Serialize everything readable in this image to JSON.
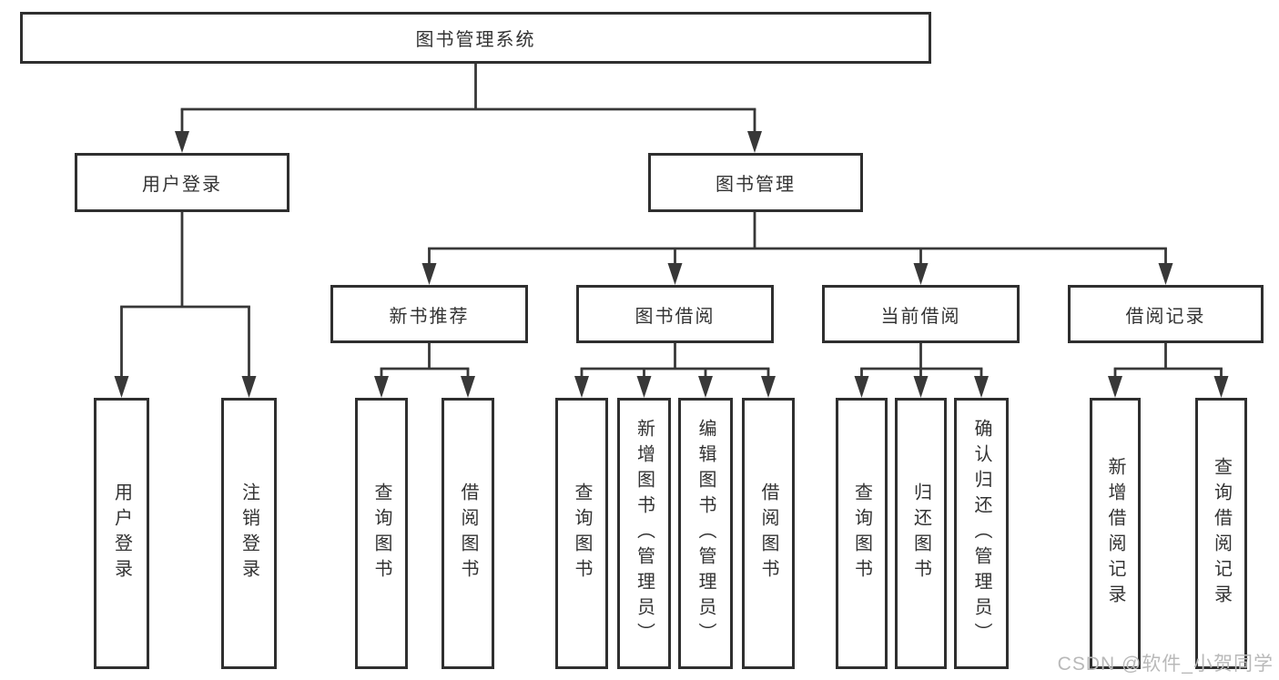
{
  "diagram": {
    "root": {
      "label": "图书管理系统"
    },
    "user_login": {
      "label": "用户登录",
      "children": {
        "login": {
          "label": "用户登录"
        },
        "logout": {
          "label": "注销登录"
        }
      }
    },
    "book_management": {
      "label": "图书管理",
      "children": {
        "new_book_recommend": {
          "label": "新书推荐",
          "children": {
            "query_books": {
              "label": "查询图书"
            },
            "borrow_books": {
              "label": "借阅图书"
            }
          }
        },
        "book_borrowing": {
          "label": "图书借阅",
          "children": {
            "query_books": {
              "label": "查询图书"
            },
            "add_books": {
              "label": "新增图书（管理员）"
            },
            "edit_books": {
              "label": "编辑图书（管理员）"
            },
            "borrow_books": {
              "label": "借阅图书"
            }
          }
        },
        "current_borrowing": {
          "label": "当前借阅",
          "children": {
            "query_books": {
              "label": "查询图书"
            },
            "return_books": {
              "label": "归还图书"
            },
            "confirm_return": {
              "label": "确认归还（管理员）"
            }
          }
        },
        "borrowing_records": {
          "label": "借阅记录",
          "children": {
            "add_borrow_record": {
              "label": "新增借阅记录"
            },
            "query_borrow_record": {
              "label": "查询借阅记录"
            }
          }
        }
      }
    }
  },
  "watermark": {
    "text": "CSDN @软件_小贺同学"
  },
  "colors": {
    "background": "#ffffff",
    "line": "#383838",
    "box_border": "#2f2f2f",
    "text": "#333333",
    "watermark": "#b9b9b9"
  }
}
